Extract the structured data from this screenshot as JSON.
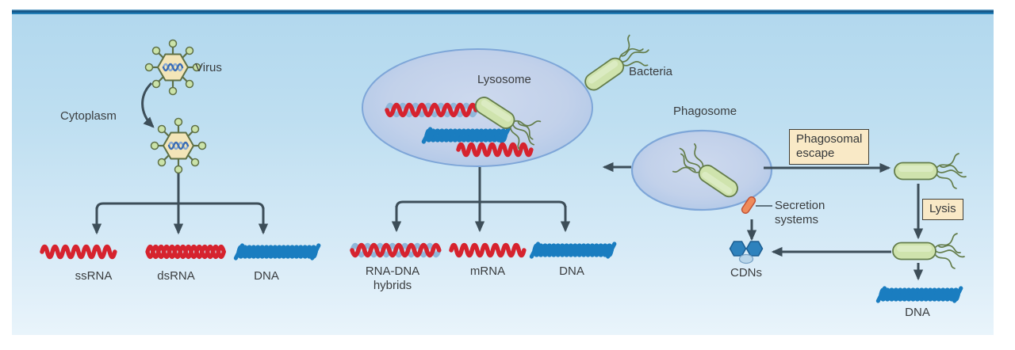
{
  "figure_colors": {
    "top_bar_blue": "#135f96",
    "background_blue": "#b2d8ee",
    "arrow_gray": "#3d4e59",
    "rna_red": "#d6232e",
    "dna_blue": "#1a7dc0",
    "hybrid_light_blue": "#8fb6d9",
    "bacteria_green": "#cfe3ad",
    "vesicle_blue": "#bfd0ea",
    "callout_cream": "#f9e9c6",
    "secretion_orange": "#ef8b5b"
  },
  "virus_section": {
    "virus_label": "Virus",
    "cytoplasm_label": "Cytoplasm",
    "ssrna_label": "ssRNA",
    "dsrna_label": "dsRNA",
    "dna_label": "DNA"
  },
  "lysosome_section": {
    "lysosome_label": "Lysosome",
    "bacteria_label": "Bacteria",
    "rna_dna_hybrids_line1": "RNA-DNA",
    "rna_dna_hybrids_line2": "hybrids",
    "mrna_label": "mRNA",
    "dna_label": "DNA"
  },
  "phagosome_section": {
    "phagosome_label": "Phagosome",
    "phagosomal_escape_line1": "Phagosomal",
    "phagosomal_escape_line2": "escape",
    "lysis_label": "Lysis",
    "secretion_systems_line1": "Secretion",
    "secretion_systems_line2": "systems",
    "cdns_label": "CDNs",
    "dna_label": "DNA"
  }
}
